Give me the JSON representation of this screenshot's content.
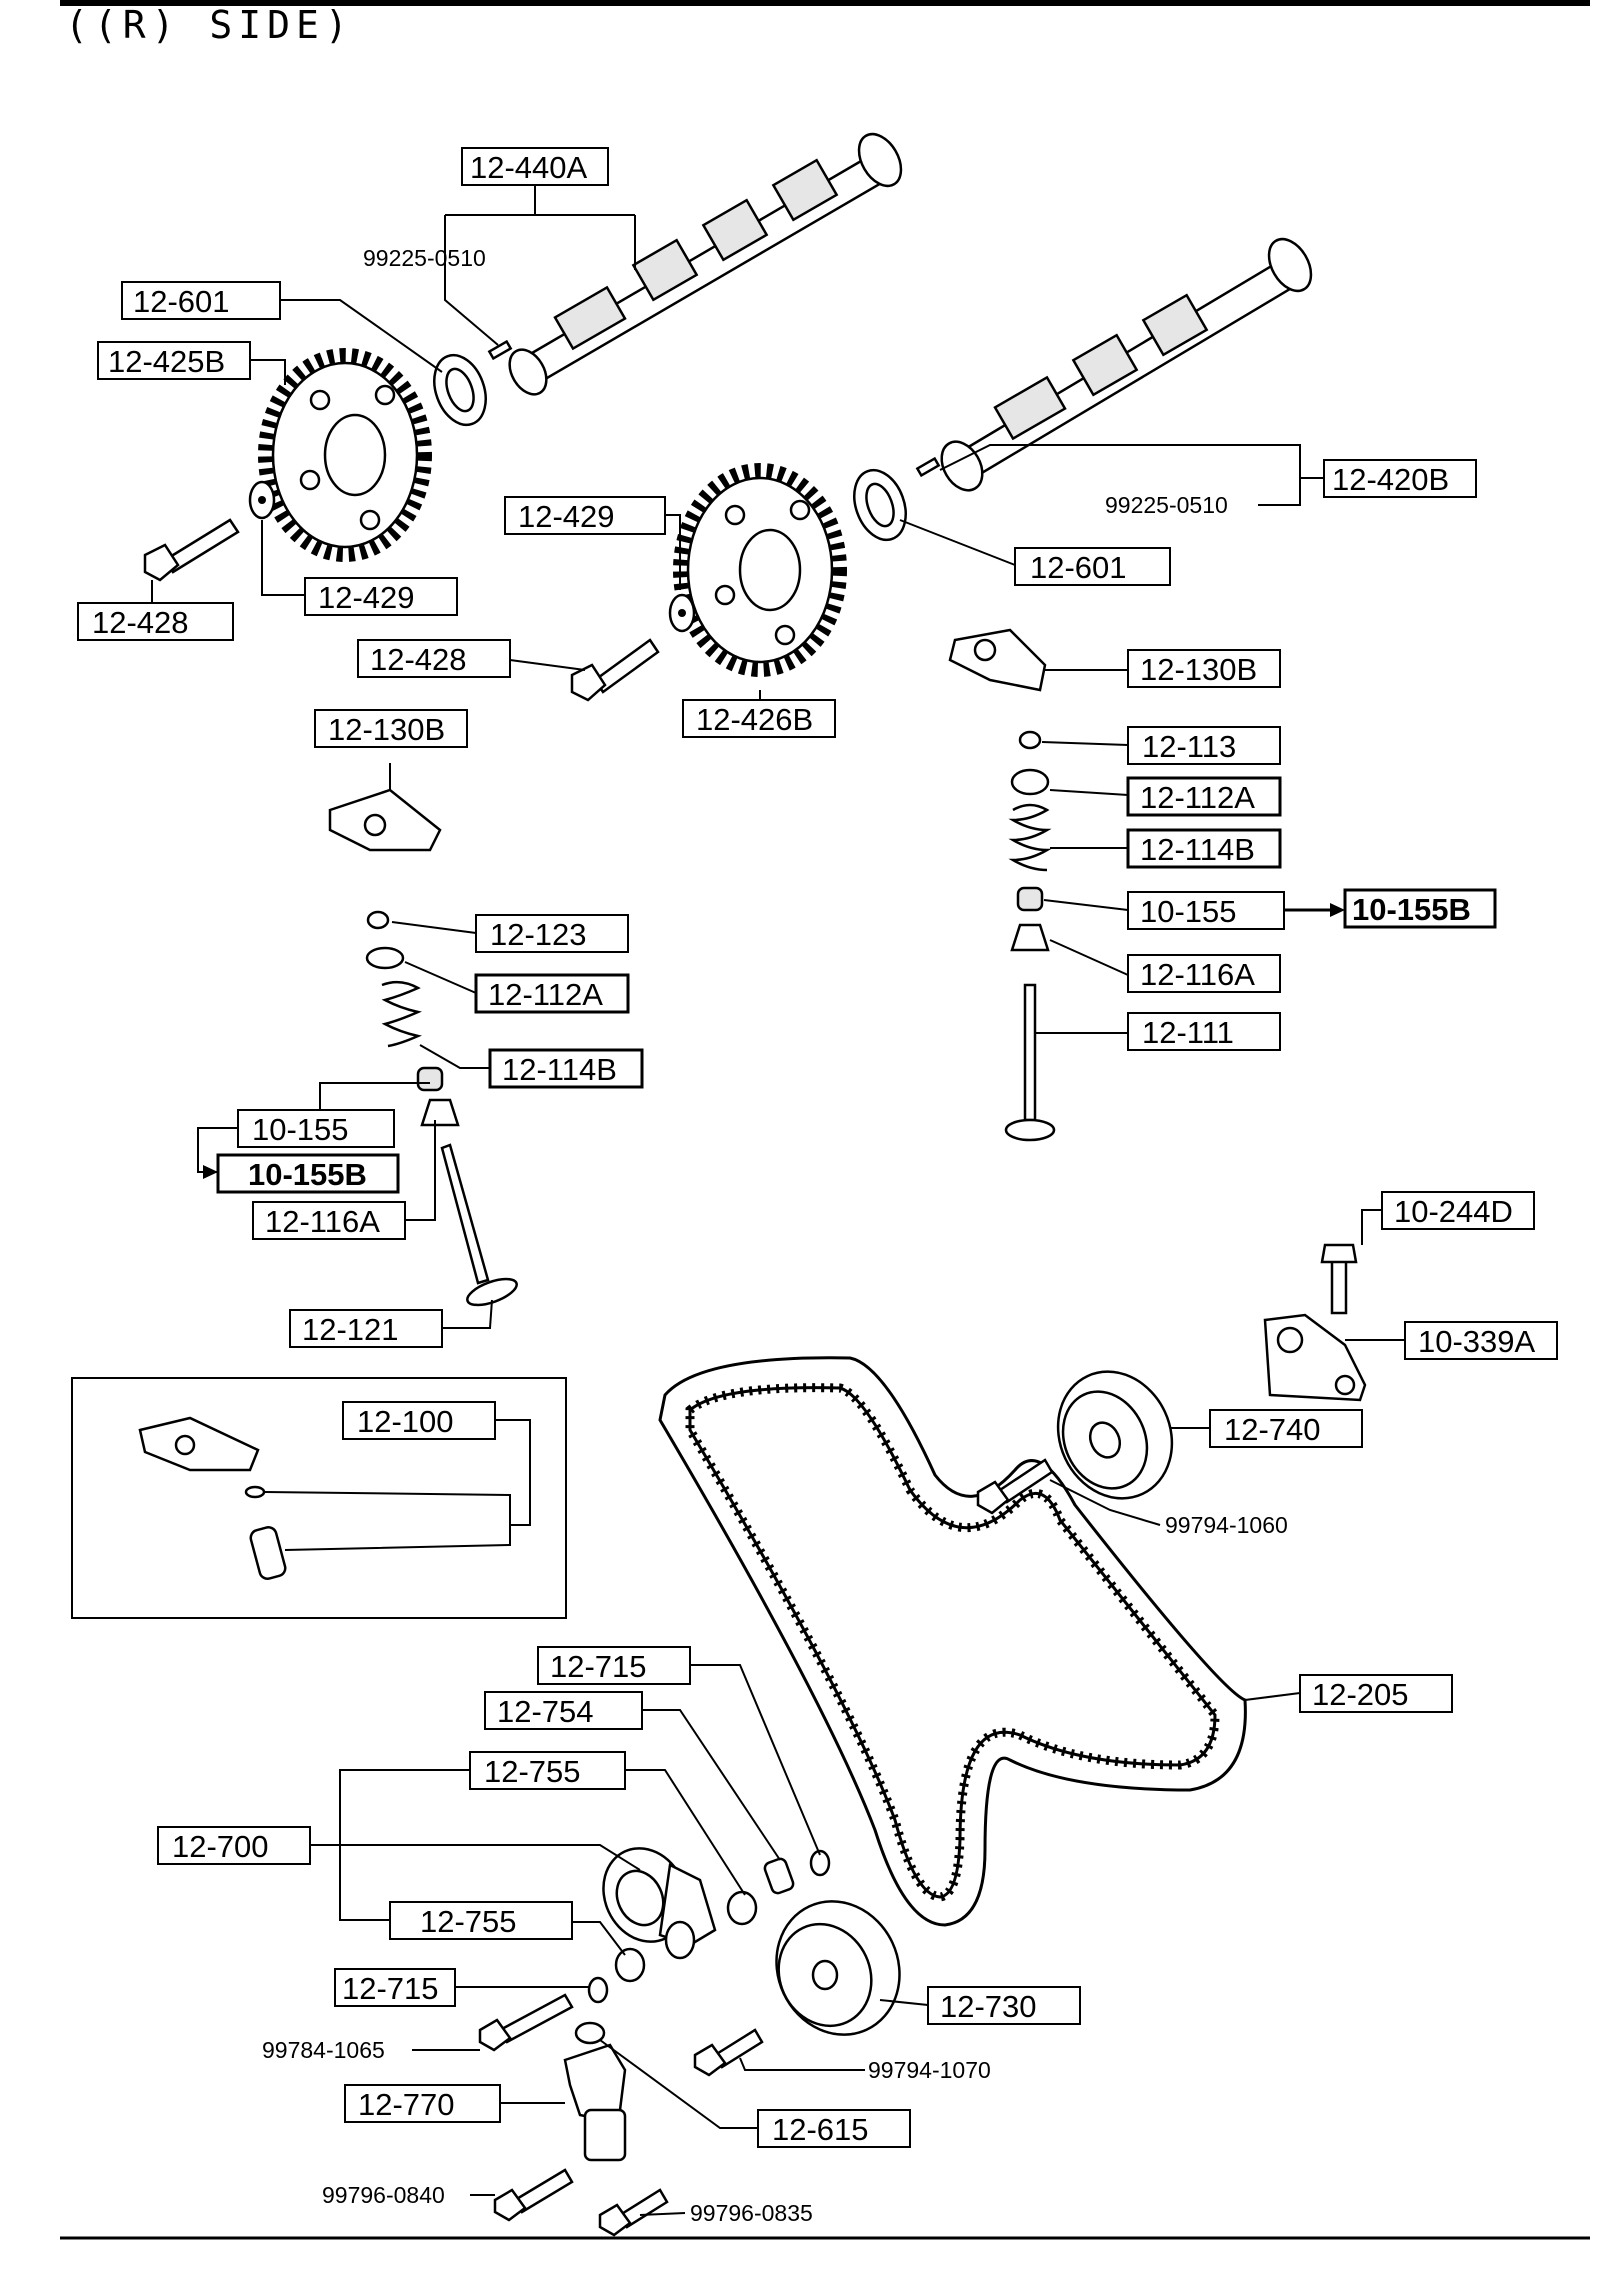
{
  "header": {
    "title": "((R) SIDE)"
  },
  "labels": {
    "c440a": "12-440A",
    "n9922a": "99225-0510",
    "c601a": "12-601",
    "c425b": "12-425B",
    "c429a": "12-429",
    "c428a": "12-428",
    "c420b": "12-420B",
    "n9922b": "99225-0510",
    "c601b": "12-601",
    "c429b": "12-429",
    "c428b": "12-428",
    "c426b": "12-426B",
    "c130ba": "12-130B",
    "c130bb": "12-130B",
    "c113": "12-113",
    "c112ar": "12-112A",
    "c114br": "12-114B",
    "c155r": "10-155",
    "c155br": "10-155B",
    "c116ar": "12-116A",
    "c111": "12-111",
    "c123": "12-123",
    "c112al": "12-112A",
    "c114bl": "12-114B",
    "c155l": "10-155",
    "c155bl": "10-155B",
    "c116al": "12-116A",
    "c121": "12-121",
    "c244d": "10-244D",
    "c339a": "10-339A",
    "c100": "12-100",
    "c740": "12-740",
    "n1060": "99794-1060",
    "c205": "12-205",
    "c715a": "12-715",
    "c754": "12-754",
    "c755a": "12-755",
    "c700": "12-700",
    "c755b": "12-755",
    "c715b": "12-715",
    "n1065": "99784-1065",
    "c770": "12-770",
    "c730": "12-730",
    "n1070": "99794-1070",
    "c615": "12-615",
    "n0840": "99796-0840",
    "n0835": "99796-0835"
  }
}
